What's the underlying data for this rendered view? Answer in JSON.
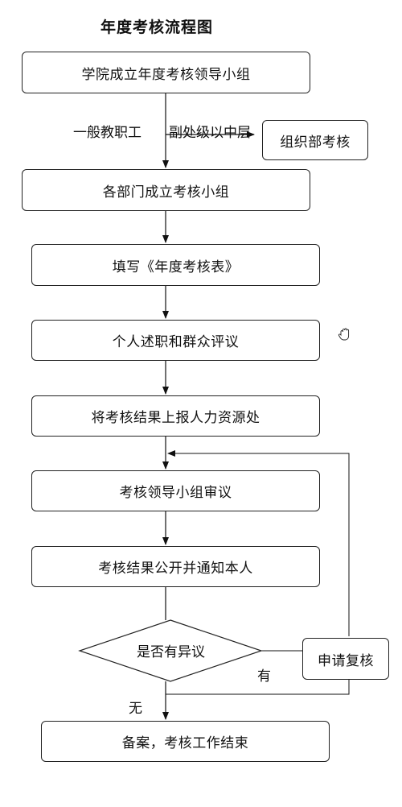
{
  "title": "年度考核流程图",
  "steps": {
    "s1": "学院成立年度考核领导小组",
    "s2": "各部门成立考核小组",
    "s3": "填写《年度考核表》",
    "s4": "个人述职和群众评议",
    "s5": "将考核结果上报人力资源处",
    "s6": "考核领导小组审议",
    "s7": "考核结果公开并通知本人",
    "decision": "是否有异议",
    "review": "申请复核",
    "side": "组织部考核",
    "end": "备案，考核工作结束"
  },
  "labels": {
    "general_staff": "一般教职工",
    "mid_level": "副处级以中层",
    "yes": "有",
    "no": "无"
  },
  "icons": {
    "cursor": "hand-pointer-icon"
  }
}
